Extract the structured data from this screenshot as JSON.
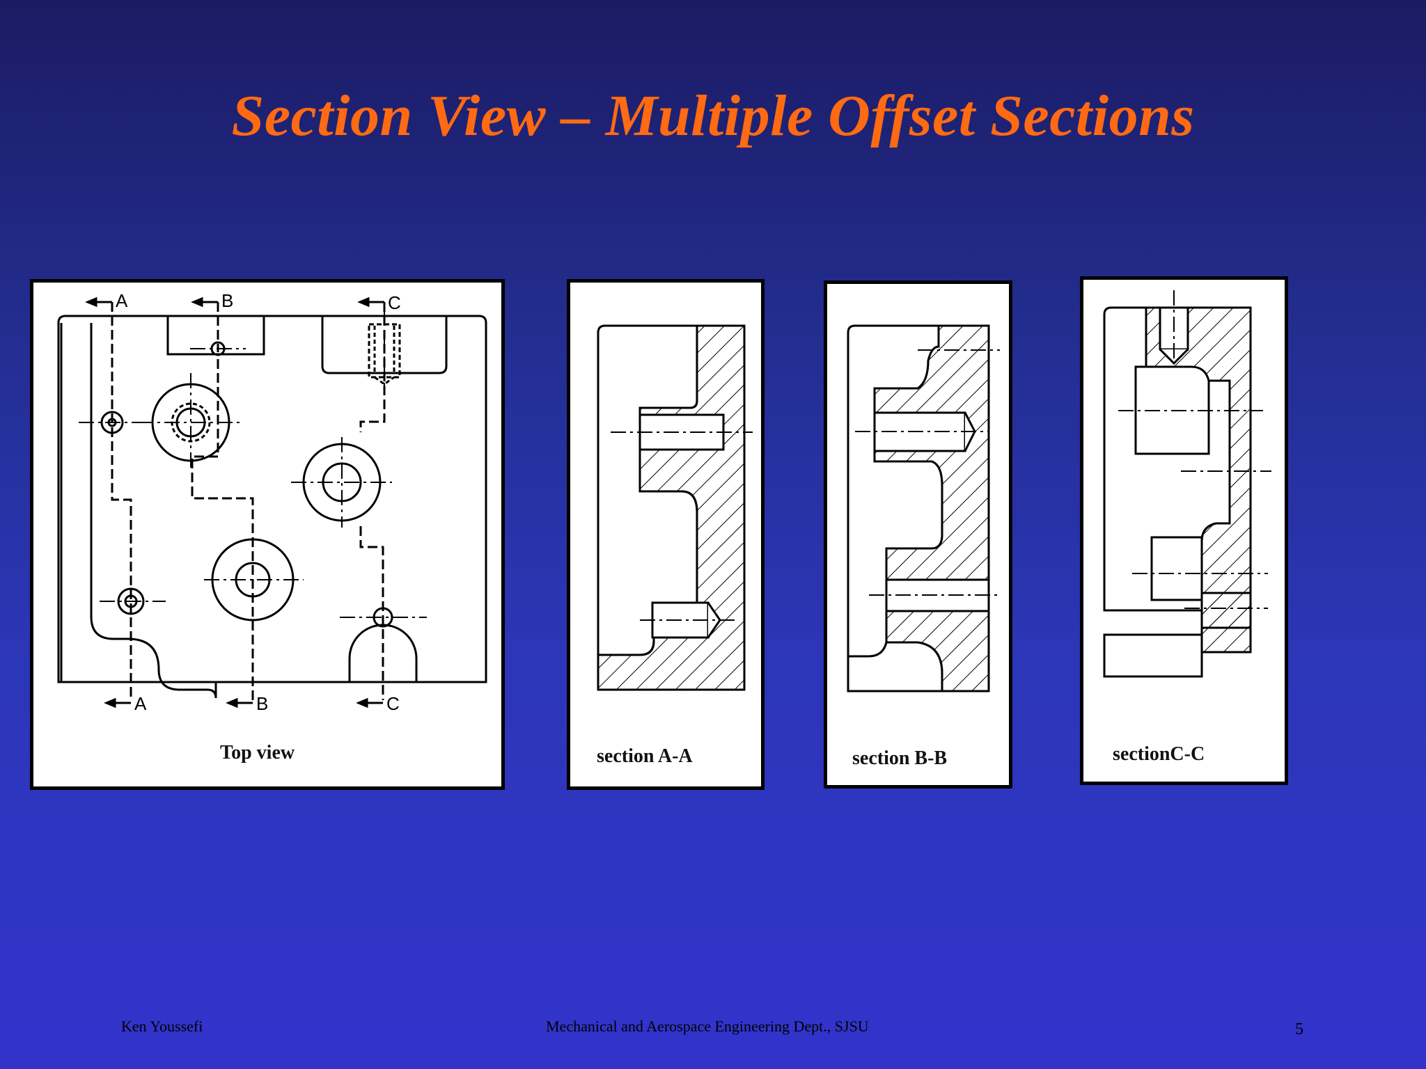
{
  "slide": {
    "title": "Section View – Multiple Offset Sections",
    "panels": {
      "top_view": {
        "caption": "Top view",
        "labels": [
          "A",
          "B",
          "C"
        ]
      },
      "section_a": {
        "caption": "section A-A"
      },
      "section_b": {
        "caption": "section B-B"
      },
      "section_c": {
        "caption": "sectionC-C"
      }
    },
    "footer": {
      "author": "Ken Youssefi",
      "department": "Mechanical and Aerospace Engineering Dept., SJSU",
      "page_number": "5"
    }
  }
}
